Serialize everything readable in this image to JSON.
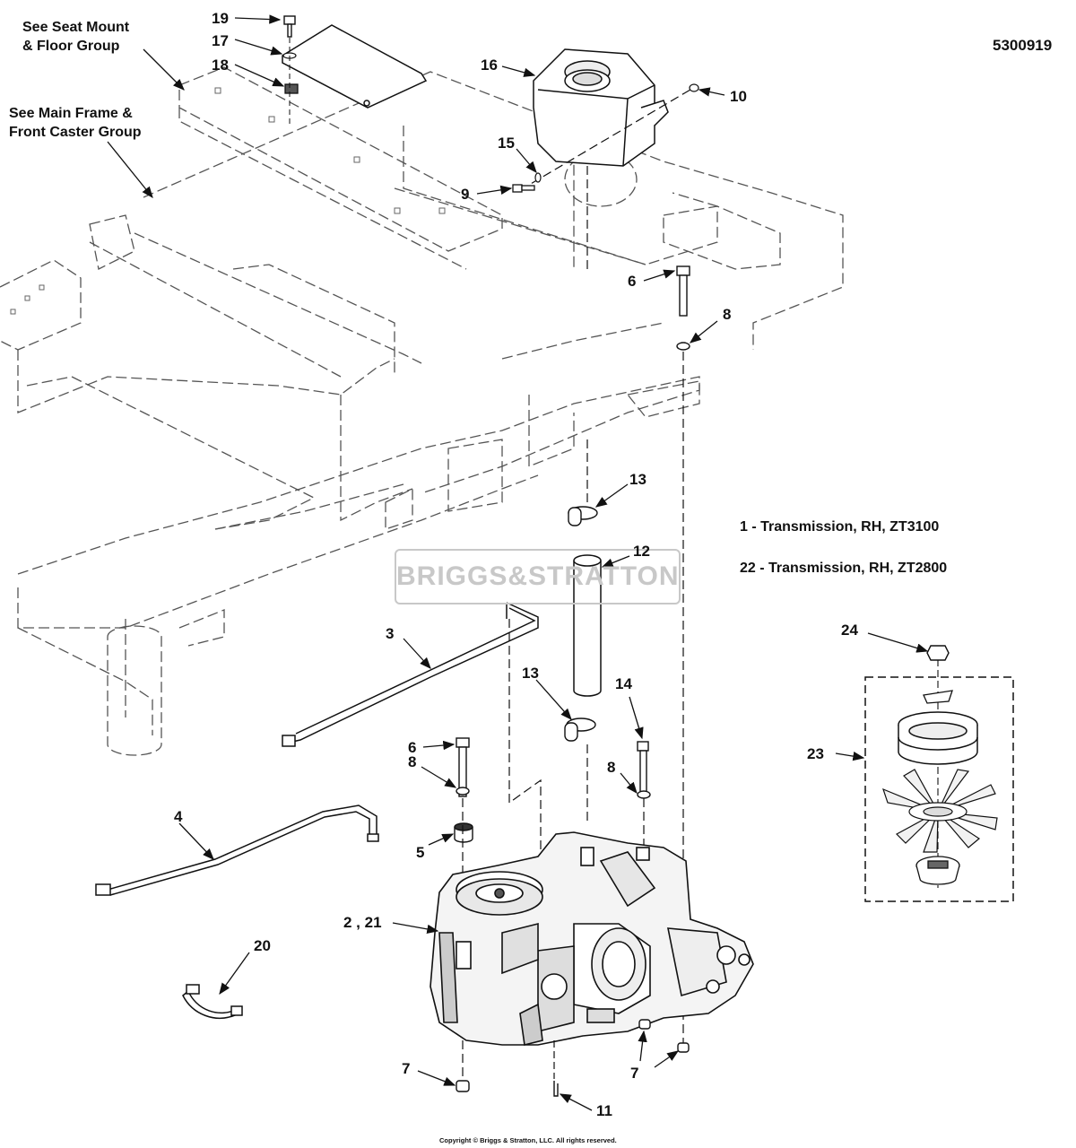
{
  "document_number": "5300919",
  "notes": {
    "seat_mount_line1": "See Seat Mount",
    "seat_mount_line2": "& Floor Group",
    "main_frame_line1": "See Main Frame &",
    "main_frame_line2": "Front Caster Group"
  },
  "legend": [
    "1 - Transmission, RH, ZT3100",
    "22 - Transmission, RH, ZT2800"
  ],
  "watermark": "BRIGGS&STRATTON",
  "copyright": "Copyright © Briggs & Stratton, LLC. All rights reserved.",
  "callouts": {
    "c19": "19",
    "c17": "17",
    "c18": "18",
    "c16": "16",
    "c10": "10",
    "c15": "15",
    "c9": "9",
    "c6a": "6",
    "c8a": "8",
    "c13a": "13",
    "c12": "12",
    "c3": "3",
    "c6b": "6",
    "c8b": "8",
    "c13b": "13",
    "c14": "14",
    "c8c": "8",
    "c5": "5",
    "c4": "4",
    "c2_21": "2 , 21",
    "c20": "20",
    "c7a": "7",
    "c7b": "7",
    "c11": "11",
    "c24": "24",
    "c23": "23"
  }
}
